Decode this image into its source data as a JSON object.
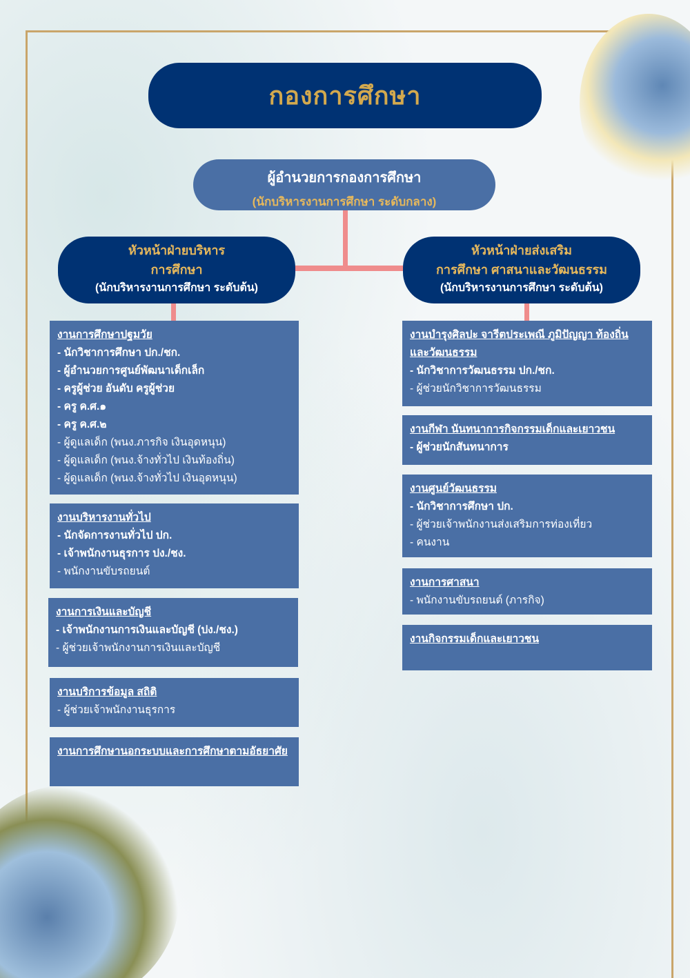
{
  "title": "กองการศึกษา",
  "director": {
    "title": "ผู้อำนวยการกองการศึกษา",
    "subtitle": "(นักบริหารงานการศึกษา ระดับกลาง)"
  },
  "left_head": {
    "line1": "หัวหน้าฝ่ายบริหาร",
    "line2": "การศึกษา",
    "line3": "(นักบริหารงานการศึกษา ระดับต้น)"
  },
  "right_head": {
    "line1": "หัวหน้าฝ่ายส่งเสริม",
    "line2": "การศึกษา ศาสนาและวัฒนธรรม",
    "line3": "(นักบริหารงานการศึกษา ระดับต้น)"
  },
  "left_units": [
    {
      "title": "งานการศึกษาปฐมวัย",
      "items": [
        {
          "text": "- นักวิชาการศึกษา ปก./ชก.",
          "bold": true
        },
        {
          "text": "- ผู้อำนวยการศูนย์พัฒนาเด็กเล็ก",
          "bold": true
        },
        {
          "text": "- ครูผู้ช่วย อันดับ ครูผู้ช่วย",
          "bold": true
        },
        {
          "text": "- ครู ค.ศ.๑",
          "bold": true
        },
        {
          "text": "- ครู ค.ศ.๒",
          "bold": true
        },
        {
          "text": "- ผู้ดูแลเด็ก (พนง.ภารกิจ เงินอุดหนุน)",
          "bold": false
        },
        {
          "text": "- ผู้ดูแลเด็ก (พนง.จ้างทั่วไป เงินท้องถิ่น)",
          "bold": false
        },
        {
          "text": "- ผู้ดูแลเด็ก (พนง.จ้างทั่วไป เงินอุดหนุน)",
          "bold": false
        }
      ]
    },
    {
      "title": "งานบริหารงานทั่วไป",
      "items": [
        {
          "text": "- นักจัดการงานทั่วไป ปก.",
          "bold": true
        },
        {
          "text": "- เจ้าพนักงานธุรการ ปง./ชง.",
          "bold": true
        },
        {
          "text": "- พนักงานขับรถยนต์",
          "bold": false
        }
      ]
    },
    {
      "title": "งานการเงินและบัญชี",
      "items": [
        {
          "text": "- เจ้าพนักงานการเงินและบัญชี (ปง./ชง.)",
          "bold": true
        },
        {
          "text": "- ผู้ช่วยเจ้าพนักงานการเงินและบัญชี",
          "bold": false
        }
      ]
    },
    {
      "title": "งานบริการข้อมูล สถิติ",
      "items": [
        {
          "text": "- ผู้ช่วยเจ้าพนักงานธุรการ",
          "bold": false
        }
      ]
    },
    {
      "title": "งานการศึกษานอกระบบและการศึกษาตามอัธยาศัย",
      "items": []
    }
  ],
  "right_units": [
    {
      "title": "งานบำรุงศิลปะ จารีตประเพณี ภูมิปัญญา ท้องถิ่นและวัฒนธรรม",
      "items": [
        {
          "text": "- นักวิชาการวัฒนธรรม ปก./ชก.",
          "bold": true
        },
        {
          "text": "- ผู้ช่วยนักวิชาการวัฒนธรรม",
          "bold": false
        }
      ]
    },
    {
      "title": "งานกีฬา นันทนาการกิจกรรมเด็กและเยาวชน",
      "items": [
        {
          "text": "- ผู้ช่วยนักสันทนาการ",
          "bold": true
        }
      ]
    },
    {
      "title": "งานศูนย์วัฒนธรรม",
      "items": [
        {
          "text": "- นักวิชาการศึกษา ปก.",
          "bold": true
        },
        {
          "text": "- ผู้ช่วยเจ้าพนักงานส่งเสริมการท่องเที่ยว",
          "bold": false
        },
        {
          "text": "- คนงาน",
          "bold": false
        }
      ]
    },
    {
      "title": "งานการศาสนา",
      "items": [
        {
          "text": "- พนักงานขับรถยนต์ (ภารกิจ)",
          "bold": false
        }
      ]
    },
    {
      "title": "งานกิจกรรมเด็กและเยาวชน",
      "items": []
    }
  ]
}
